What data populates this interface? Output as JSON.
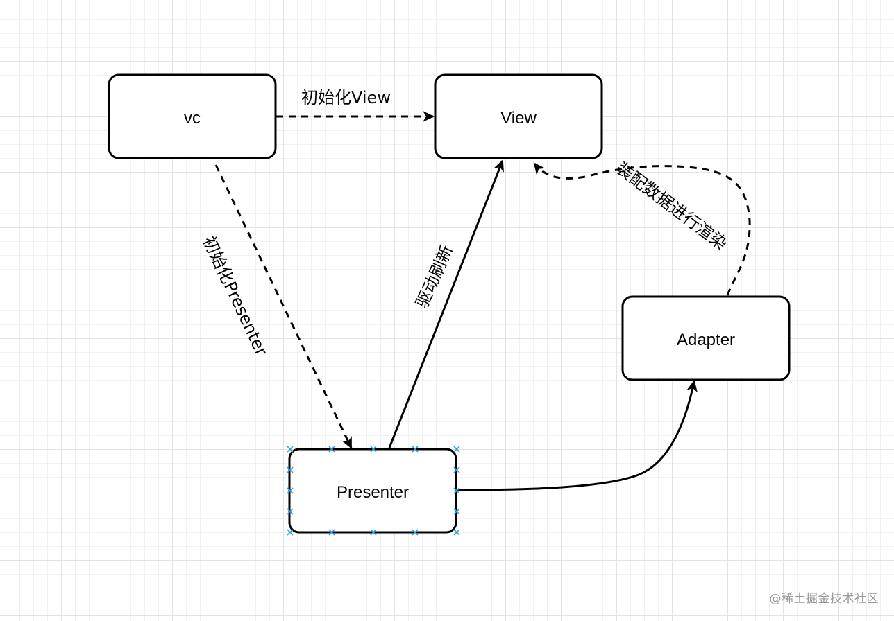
{
  "nodes": {
    "vc": {
      "label": "vc"
    },
    "view": {
      "label": "View"
    },
    "presenter": {
      "label": "Presenter"
    },
    "adapter": {
      "label": "Adapter"
    }
  },
  "edges": {
    "vc_to_view": {
      "label": "初始化View",
      "style": "dashed"
    },
    "vc_to_presenter": {
      "label": "初始化Presenter",
      "style": "dashed"
    },
    "presenter_to_view": {
      "label": "驱动刷新",
      "style": "solid"
    },
    "presenter_to_adapter": {
      "label": "",
      "style": "solid"
    },
    "adapter_to_view": {
      "label": "装配数据进行渲染",
      "style": "dashed"
    }
  },
  "selection": {
    "node": "presenter",
    "color": "#29a3e8"
  },
  "watermark": {
    "text": "@稀土掘金技术社区"
  }
}
